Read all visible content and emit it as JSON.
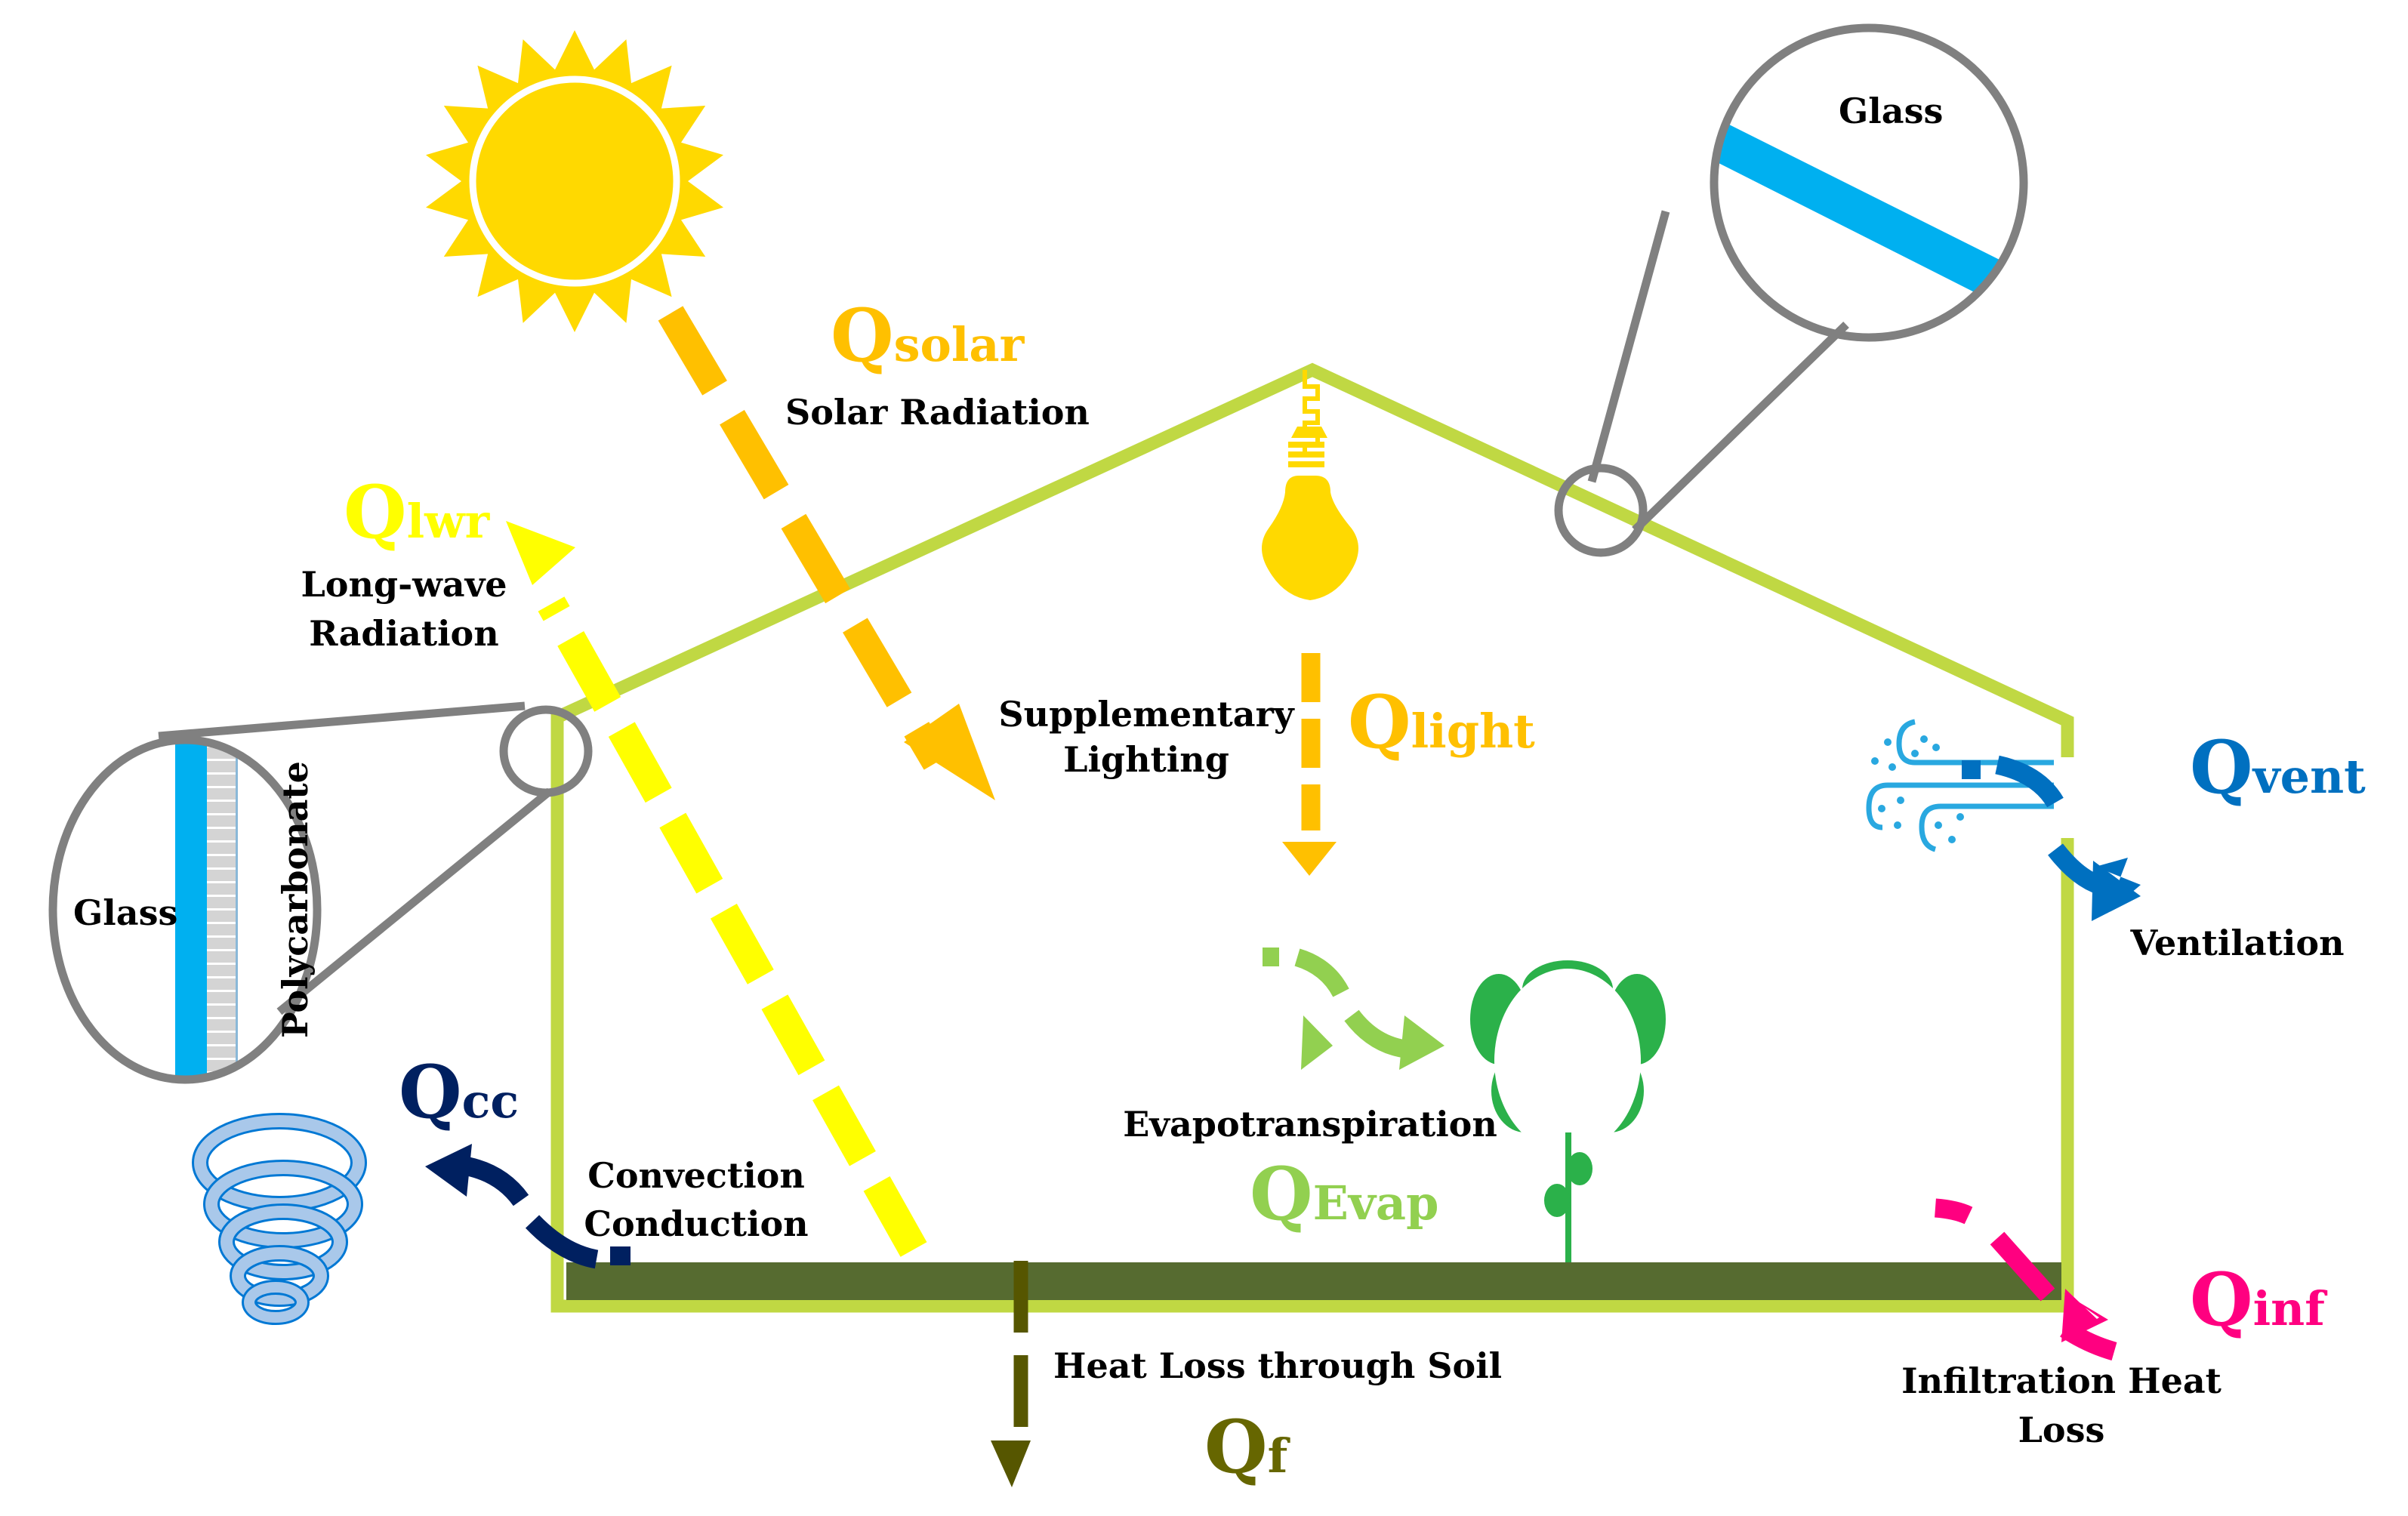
{
  "title": "Greenhouse energy balance",
  "colors": {
    "frame": "#c0d843",
    "soil": "#566b30",
    "sun": "#ffd900",
    "solar": "#ffc000",
    "lwr": "#ffff00",
    "glass": "#00b0f0",
    "magnifier": "#808080",
    "vent": "#0070c0",
    "wind": "#29a8e0",
    "evap": "#92d050",
    "plant": "#2bb14a",
    "cc": "#002060",
    "tornado": "#a9c8ea",
    "soilflux": "#565600",
    "qf": "#666600",
    "inf": "#ff0080"
  },
  "fluxes": {
    "solar": {
      "symbol": "Q",
      "sub": "solar",
      "label": "Solar Radiation"
    },
    "lwr": {
      "symbol": "Q",
      "sub": "lwr",
      "label_lines": [
        "Long-wave",
        "Radiation"
      ]
    },
    "light": {
      "symbol": "Q",
      "sub": "light",
      "label_lines": [
        "Supplementary",
        "Lighting"
      ]
    },
    "vent": {
      "symbol": "Q",
      "sub": "vent",
      "label": "Ventilation"
    },
    "evap": {
      "symbol": "Q",
      "sub": "Evap",
      "label": "Evapotranspiration"
    },
    "cc": {
      "symbol": "Q",
      "sub": "cc",
      "label_lines": [
        "Convection",
        "Conduction"
      ]
    },
    "soil": {
      "symbol": "Q",
      "sub": "f",
      "label": "Heat Loss through Soil"
    },
    "inf": {
      "symbol": "Q",
      "sub": "inf",
      "label_lines": [
        "Infiltration Heat",
        "Loss"
      ]
    }
  },
  "insets": {
    "roof": {
      "material": "Glass"
    },
    "wall": {
      "material_a": "Glass",
      "material_b": "Polycarbonate"
    }
  }
}
